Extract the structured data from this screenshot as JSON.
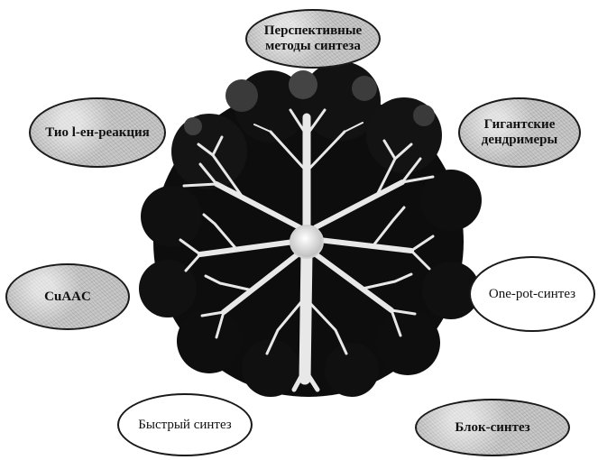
{
  "diagram": {
    "nodes": [
      {
        "id": "top",
        "label": "Перспективные методы синтеза"
      },
      {
        "id": "upper_left",
        "label": "Тио l-ен-реакция"
      },
      {
        "id": "upper_right",
        "label": "Гигантские дендримеры"
      },
      {
        "id": "middle_left",
        "label": "CuAAC"
      },
      {
        "id": "middle_right",
        "label": "One-pot-синтез"
      },
      {
        "id": "bottom_left",
        "label": "Быстрый синтез"
      },
      {
        "id": "bottom_right",
        "label": "Блок-синтез"
      }
    ],
    "colors": {
      "tree": "#0d0d0d",
      "branches": "#e8e8e8",
      "bubble_fill": "#c9c9c9",
      "outline": "#1a1a1a"
    }
  }
}
